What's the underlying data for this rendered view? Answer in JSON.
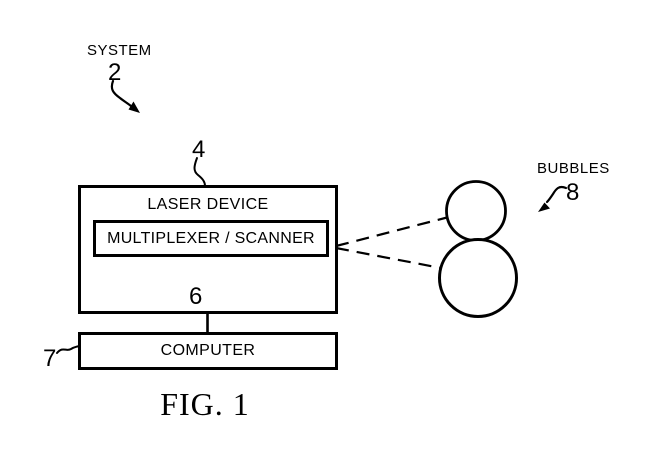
{
  "figure": {
    "caption": "FIG. 1",
    "colors": {
      "ink": "#000000",
      "background": "#ffffff"
    }
  },
  "labels": {
    "system": "SYSTEM",
    "bubbles": "BUBBLES"
  },
  "refs": {
    "system": "2",
    "laser_device": "4",
    "multiplexer": "6",
    "computer": "7",
    "bubbles": "8"
  },
  "blocks": {
    "laser_device": "LASER DEVICE",
    "multiplexer": "MULTIPLEXER / SCANNER",
    "computer": "COMPUTER"
  }
}
